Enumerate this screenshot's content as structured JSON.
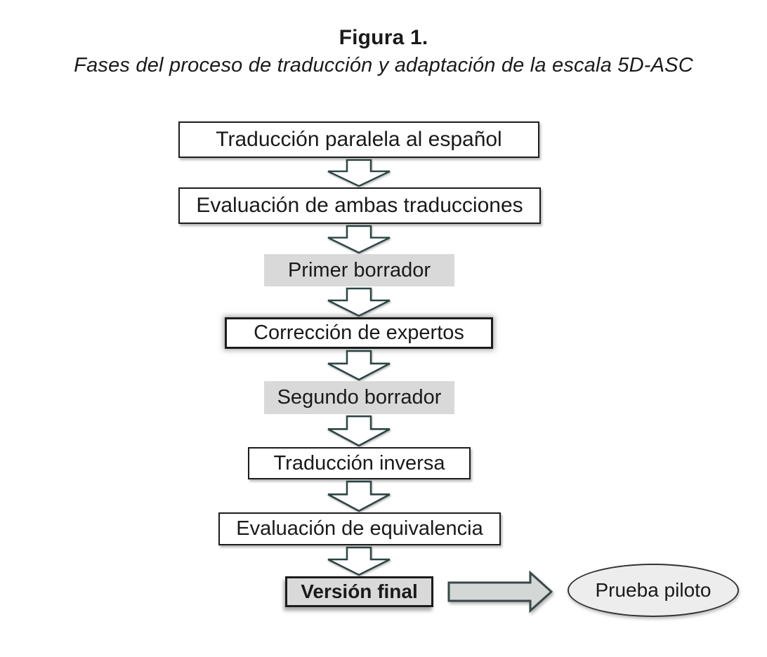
{
  "figure": {
    "label": "Figura 1.",
    "caption": "Fases del proceso de traducción y adaptación de la escala 5D-ASC"
  },
  "flow": {
    "steps": [
      {
        "label": "Traducción paralela al español",
        "variant": "solid"
      },
      {
        "label": "Evaluación de ambas traducciones",
        "variant": "solid"
      },
      {
        "label": "Primer borrador",
        "variant": "dashed-gray"
      },
      {
        "label": "Corrección de expertos",
        "variant": "solid-emphasis"
      },
      {
        "label": "Segundo borrador",
        "variant": "dashed-gray"
      },
      {
        "label": "Traducción inversa",
        "variant": "solid"
      },
      {
        "label": "Evaluación de equivalencia",
        "variant": "solid"
      },
      {
        "label": "Versión final",
        "variant": "gray-bold"
      }
    ],
    "connector": "down-block-arrow",
    "outcome": {
      "label": "Prueba piloto",
      "shape": "ellipse"
    }
  },
  "colors": {
    "page-bg": "#ffffff",
    "box-border": "#1c1c1c",
    "text": "#1a1a1a",
    "gray-fill": "#d9d9d9",
    "ellipse-fill": "#ededed",
    "arrow-outline": "#2c4543",
    "arrow-fill": "#ffffff",
    "side-arrow-fill": "#d3d7d5",
    "side-arrow-outline": "#3a4848"
  }
}
